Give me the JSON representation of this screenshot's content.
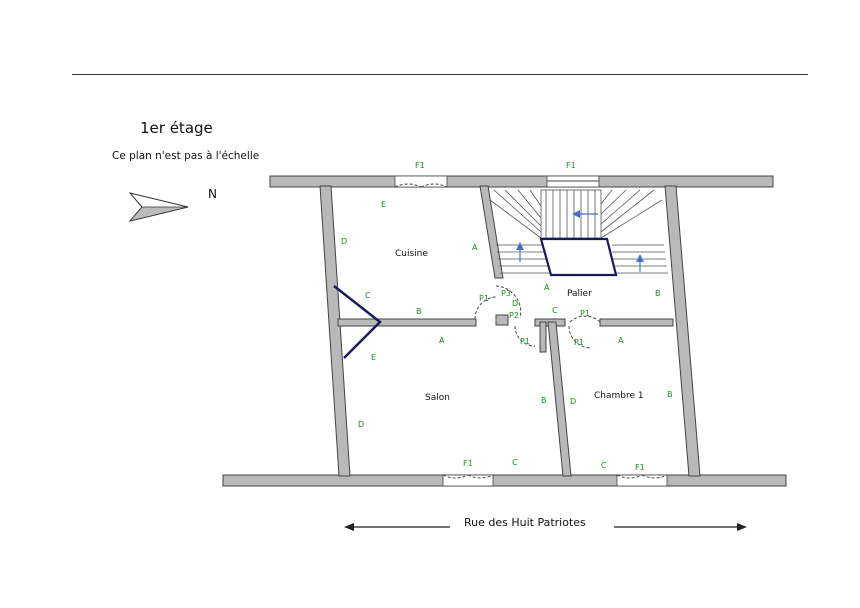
{
  "header": {
    "title": "1er étage",
    "subtitle": "Ce plan n'est pas à l'échelle",
    "north_label": "N"
  },
  "street": {
    "name": "Rue des Huit Patriotes"
  },
  "rooms": {
    "cuisine": "Cuisine",
    "palier": "Palier",
    "salon": "Salon",
    "chambre": "Chambre 1"
  },
  "labels": {
    "f1_cuisine": "F1",
    "f1_stairs": "F1",
    "f1_salon": "F1",
    "f1_chambre": "F1",
    "cuisine_e": "E",
    "cuisine_d": "D",
    "cuisine_a": "A",
    "cuisine_c": "C",
    "cuisine_b": "B",
    "palier_a": "A",
    "palier_b": "B",
    "palier_d": "D",
    "palier_c": "C",
    "p1_kitchen": "P1",
    "p3": "P3",
    "p2": "P2",
    "p1_palier": "P1",
    "p1_salon": "P1",
    "p1_chambre": "P1",
    "salon_a": "A",
    "salon_e": "E",
    "salon_d": "D",
    "salon_b": "B",
    "salon_c": "C",
    "chambre_a": "A",
    "chambre_d": "D",
    "chambre_b": "B",
    "chambre_c": "C"
  }
}
